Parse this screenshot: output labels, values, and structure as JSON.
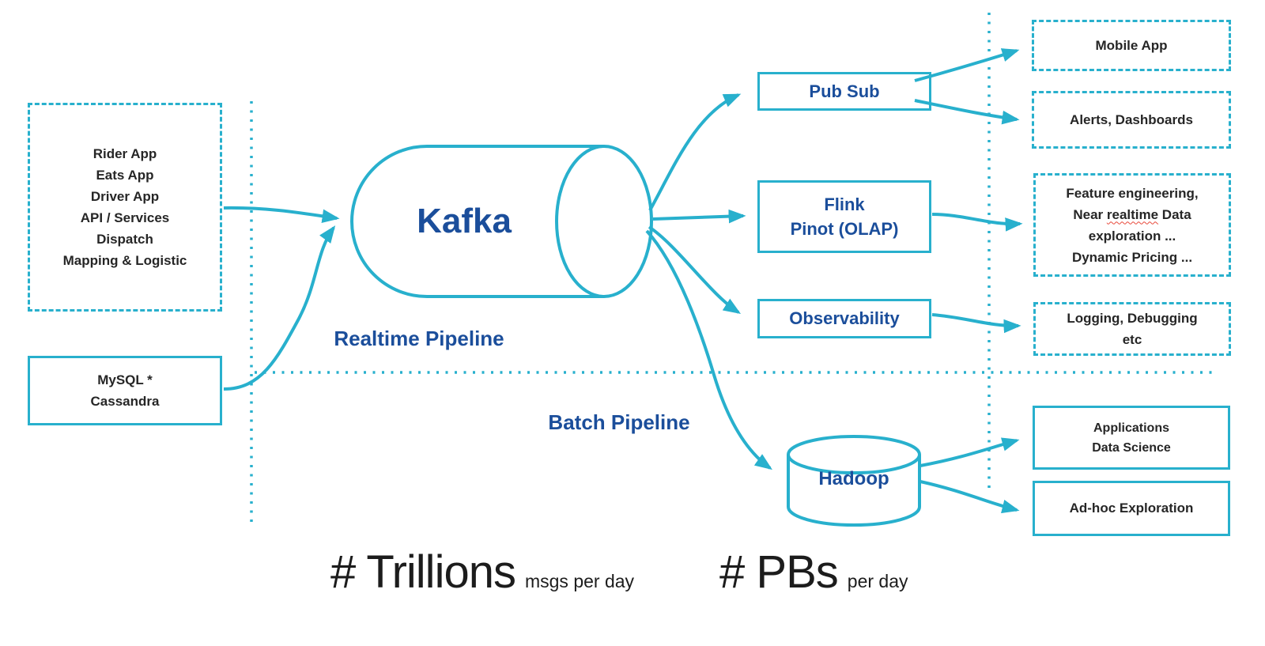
{
  "palette": {
    "cyan": "#28b0cd",
    "darkblue": "#1b4e9b",
    "ink": "#262626",
    "squiggle": "#e8483a"
  },
  "sources": {
    "apps": {
      "lines": [
        "Rider App",
        "Eats App",
        "Driver App",
        "API / Services",
        "Dispatch",
        "Mapping & Logistic"
      ]
    },
    "databases": {
      "lines": [
        "MySQL *",
        "Cassandra"
      ]
    }
  },
  "kafka": {
    "label": "Kafka"
  },
  "pipelines": {
    "realtime_label": "Realtime Pipeline",
    "batch_label": "Batch Pipeline"
  },
  "processors": {
    "pubsub": {
      "label": "Pub Sub"
    },
    "flink": {
      "lines": [
        "Flink",
        "Pinot (OLAP)"
      ]
    },
    "observability": {
      "label": "Observability"
    },
    "hadoop": {
      "label": "Hadoop"
    }
  },
  "consumers": {
    "mobile": {
      "label": "Mobile App"
    },
    "alerts": {
      "label": "Alerts, Dashboards"
    },
    "feature": {
      "line1": "Feature engineering,",
      "line2": {
        "pre": "Near ",
        "word": "realtime",
        "post": " Data"
      },
      "line3": "exploration ...",
      "line4": "Dynamic Pricing ..."
    },
    "logging": {
      "lines": [
        "Logging, Debugging",
        "etc"
      ]
    },
    "applications": {
      "lines": [
        "Applications",
        "Data Science"
      ]
    },
    "adhoc": {
      "label": "Ad-hoc Exploration"
    }
  },
  "stats": {
    "trillions_value": "# Trillions",
    "trillions_unit": "msgs per day",
    "pbs_value": "# PBs",
    "pbs_unit": "per day"
  }
}
